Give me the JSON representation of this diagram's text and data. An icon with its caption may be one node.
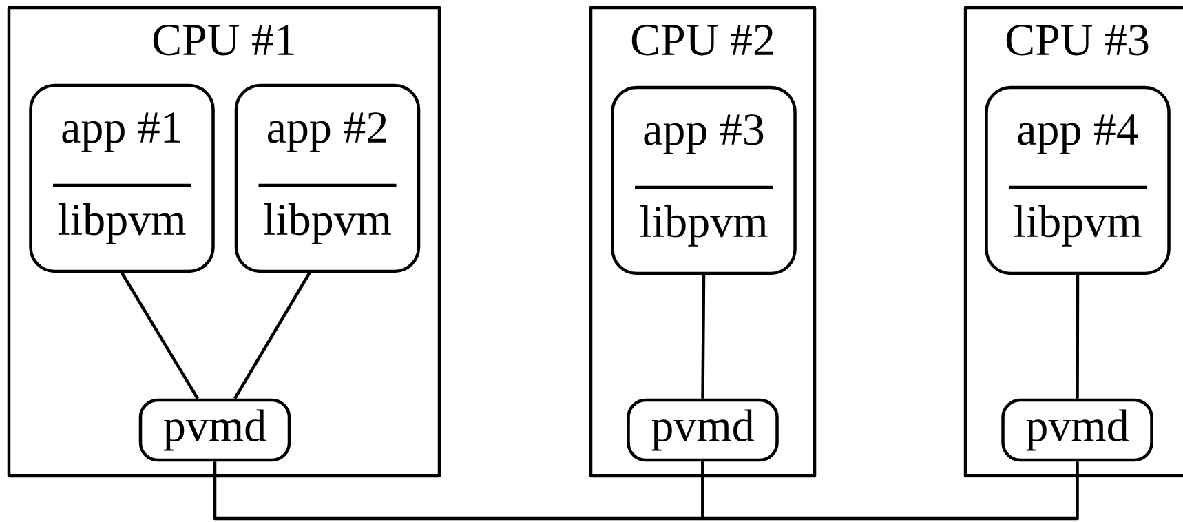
{
  "diagram": {
    "nodes": [
      {
        "text": [
          "CPU #1"
        ]
      },
      {
        "text": [
          "app #1",
          "libpvm"
        ],
        "in": 0
      },
      {
        "text": [
          "app #2",
          "libpvm"
        ],
        "in": 0
      },
      {
        "text": [
          "pvmd"
        ],
        "in": 0
      },
      {
        "text": [
          "CPU #2"
        ]
      },
      {
        "text": [
          "app #3",
          "libpvm"
        ],
        "in": 4
      },
      {
        "text": [
          "pvmd"
        ],
        "in": 4
      },
      {
        "text": [
          "CPU #3"
        ]
      },
      {
        "text": [
          "app #4",
          "libpvm"
        ],
        "in": 7
      },
      {
        "text": [
          "pvmd"
        ],
        "in": 7
      }
    ],
    "edges": [
      {
        "from": 1,
        "to": 3,
        "arrow": "none"
      },
      {
        "from": 2,
        "to": 3,
        "arrow": "none"
      },
      {
        "from": 5,
        "to": 6,
        "arrow": "none"
      },
      {
        "from": 8,
        "to": 9,
        "arrow": "none"
      },
      {
        "from": 3,
        "to": 6,
        "arrow": "none"
      },
      {
        "from": 6,
        "to": 9,
        "arrow": "none"
      }
    ]
  }
}
